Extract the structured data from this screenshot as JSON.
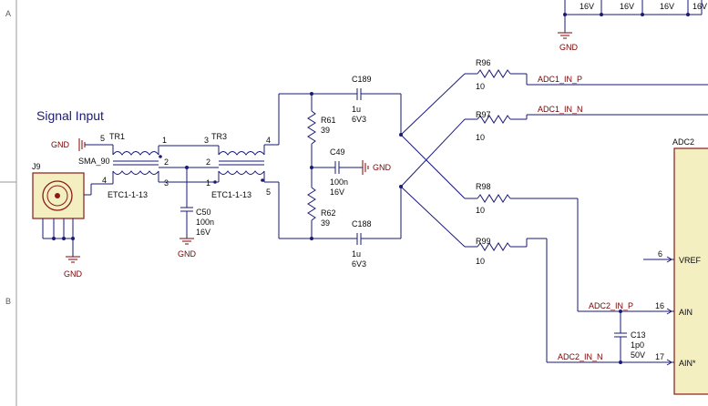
{
  "title": "Signal Input",
  "zone_labels": [
    "A",
    "B"
  ],
  "top_caps": [
    {
      "voltage": "16V"
    },
    {
      "voltage": "16V"
    },
    {
      "voltage": "16V"
    },
    {
      "voltage": "16V"
    }
  ],
  "gnd_label": "GND",
  "connector": {
    "ref": "J9",
    "value": "SMA_90",
    "pin": "5"
  },
  "transformers": [
    {
      "ref": "TR1",
      "value": "ETC1-1-13",
      "pins": {
        "p1": "1",
        "p2": "2",
        "p3": "3",
        "p4": "4",
        "p5": "5"
      }
    },
    {
      "ref": "TR3",
      "value": "ETC1-1-13",
      "pins": {
        "p1": "1",
        "p2": "2",
        "p3": "3",
        "p4": "4",
        "p5": "5"
      }
    }
  ],
  "capacitors": {
    "C50": {
      "ref": "C50",
      "value": "100n",
      "voltage": "16V"
    },
    "C189": {
      "ref": "C189",
      "value": "1u",
      "voltage": "6V3"
    },
    "C49": {
      "ref": "C49",
      "value": "100n",
      "voltage": "16V"
    },
    "C188": {
      "ref": "C188",
      "value": "1u",
      "voltage": "6V3"
    },
    "C13": {
      "ref": "C13",
      "value": "1p0",
      "voltage": "50V"
    }
  },
  "resistors": {
    "R61": {
      "ref": "R61",
      "value": "39"
    },
    "R62": {
      "ref": "R62",
      "value": "39"
    },
    "R96": {
      "ref": "R96",
      "value": "10"
    },
    "R97": {
      "ref": "R97",
      "value": "10"
    },
    "R98": {
      "ref": "R98",
      "value": "10"
    },
    "R99": {
      "ref": "R99",
      "value": "10"
    }
  },
  "nets": {
    "adc1_p": "ADC1_IN_P",
    "adc1_n": "ADC1_IN_N",
    "adc2_p": "ADC2_IN_P",
    "adc2_n": "ADC2_IN_N"
  },
  "adc": {
    "ref": "ADC2",
    "pins": [
      {
        "num": "6",
        "name": "VREF"
      },
      {
        "num": "16",
        "name": "AIN"
      },
      {
        "num": "17",
        "name": "AIN*"
      }
    ]
  }
}
